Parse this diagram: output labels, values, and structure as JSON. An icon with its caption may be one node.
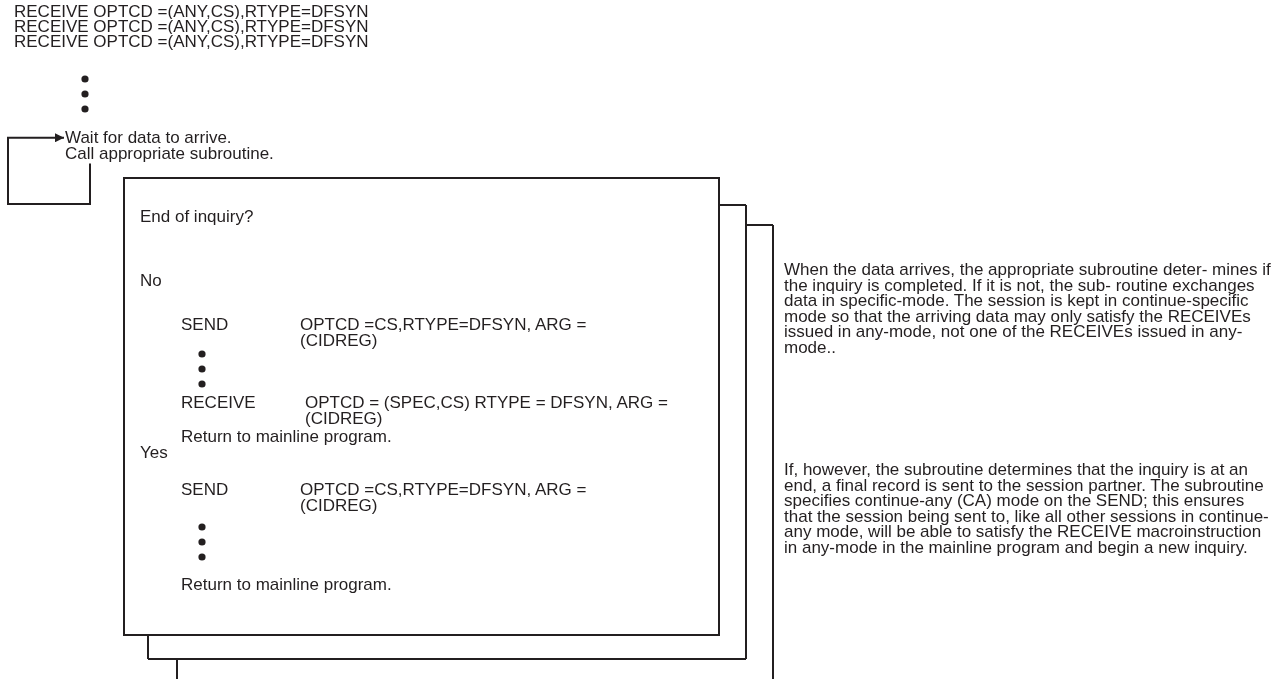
{
  "diagram": {
    "nodes": [
      {
        "text": [
          "Wait for data to arrive."
        ]
      },
      {
        "text": [
          "Call appropriate subroutine."
        ]
      },
      {
        "text": [
          "End of inquiry?",
          "No",
          "SEND",
          "OPTCD =CS,RTYPE=DFSYN, ARG = (CIDREG)",
          "RECEIVE",
          "OPTCD = (SPEC,CS) RTYPE = DFSYN, ARG = (CIDREG)",
          "Return to mainline program.",
          "Yes",
          "SEND",
          "OPTCD =CS,RTYPE=DFSYN, ARG = (CIDREG)",
          "Return to mainline program."
        ]
      }
    ],
    "edges": [
      {
        "from": 1,
        "to": 0,
        "arrow": "to"
      }
    ],
    "labels": [
      "RECEIVE OPTCD =(ANY,CS),RTYPE=DFSYN",
      "RECEIVE OPTCD =(ANY,CS),RTYPE=DFSYN",
      "RECEIVE OPTCD =(ANY,CS),RTYPE=DFSYN",
      "When the data arrives, the appropriate subroutine deter- mines if the inquiry is completed. If it is not, the sub- routine exchanges data in specific-mode. The session is kept in continue-specific mode so that the arriving data may only satisfy the RECEIVEs issued in any-mode, not one of the RECEIVEs issued in any-mode..",
      "If, however, the subroutine determines that the inquiry is at an end, a final record is sent to the session partner. The subroutine specifies continue-any (CA) mode on the SEND; this ensures that the session being sent to, like all other sessions in continue-any mode, will be able to satisfy the RECEIVE macroinstruction in any-mode in the mainline program and begin a new inquiry."
    ]
  }
}
